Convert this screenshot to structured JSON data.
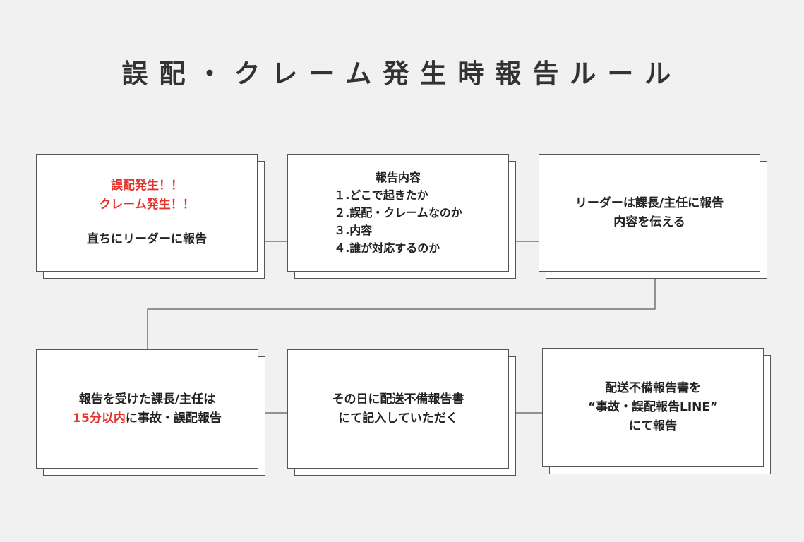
{
  "title": "誤配・クレーム発生時報告ルール",
  "boxes": {
    "b1": {
      "alert1": "誤配発生！！",
      "alert2": "クレーム発生！！",
      "action": "直ちにリーダーに報告"
    },
    "b2": {
      "heading": "報告内容",
      "items": [
        "１.どこで起きたか",
        "２.誤配・クレームなのか",
        "３.内容",
        "４.誰が対応するのか"
      ]
    },
    "b3": {
      "line1": "リーダーは課長/主任に報告",
      "line2": "内容を伝える"
    },
    "b4": {
      "line1": "報告を受けた課長/主任は",
      "line2_highlight": "15分以内",
      "line2_rest": "に事故・誤配報告"
    },
    "b5": {
      "line1": "その日に配送不備報告書",
      "line2": "にて記入していただく"
    },
    "b6": {
      "line1": "配送不備報告書を",
      "line2": "“事故・誤配報告LINE”",
      "line3": "にて報告"
    }
  },
  "colors": {
    "accent_red": "#e3342f",
    "border": "#555555",
    "background": "#f1f1f1"
  }
}
